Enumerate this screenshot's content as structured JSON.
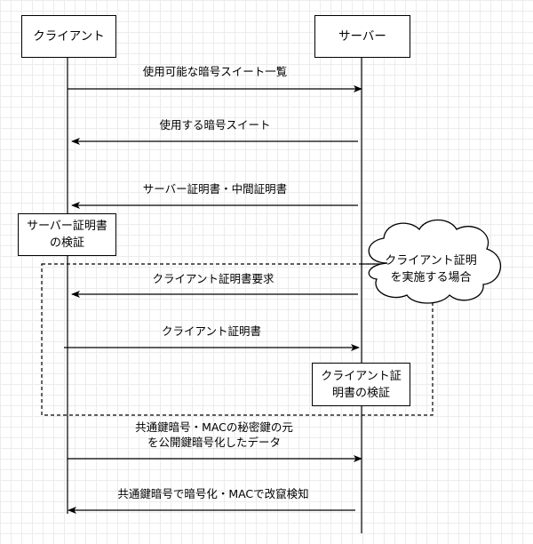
{
  "participants": {
    "client": "クライアント",
    "server": "サーバー"
  },
  "messages": [
    {
      "id": "m1",
      "text": "使用可能な暗号スイート一覧",
      "from": "client",
      "to": "server"
    },
    {
      "id": "m2",
      "text": "使用する暗号スイート",
      "from": "server",
      "to": "client"
    },
    {
      "id": "m3",
      "text": "サーバー証明書・中間証明書",
      "from": "server",
      "to": "client"
    },
    {
      "id": "m4",
      "text": "クライアント証明書要求",
      "from": "server",
      "to": "client"
    },
    {
      "id": "m5",
      "text": "クライアント証明書",
      "from": "client",
      "to": "server"
    },
    {
      "id": "m6",
      "line1": "共通鍵暗号・MACの秘密鍵の元",
      "line2": "を公開鍵暗号化したデータ",
      "from": "client",
      "to": "server"
    },
    {
      "id": "m7",
      "text": "共通鍵暗号で暗号化・MACで改竄検知",
      "from": "server",
      "to": "client"
    }
  ],
  "processes": {
    "server_cert_verify": {
      "line1": "サーバー証明書",
      "line2": "の検証"
    },
    "client_cert_verify": {
      "line1": "クライアント証",
      "line2": "明書の検証"
    }
  },
  "optional_note": {
    "line1": "クライアント証明",
    "line2": "を実施する場合"
  }
}
